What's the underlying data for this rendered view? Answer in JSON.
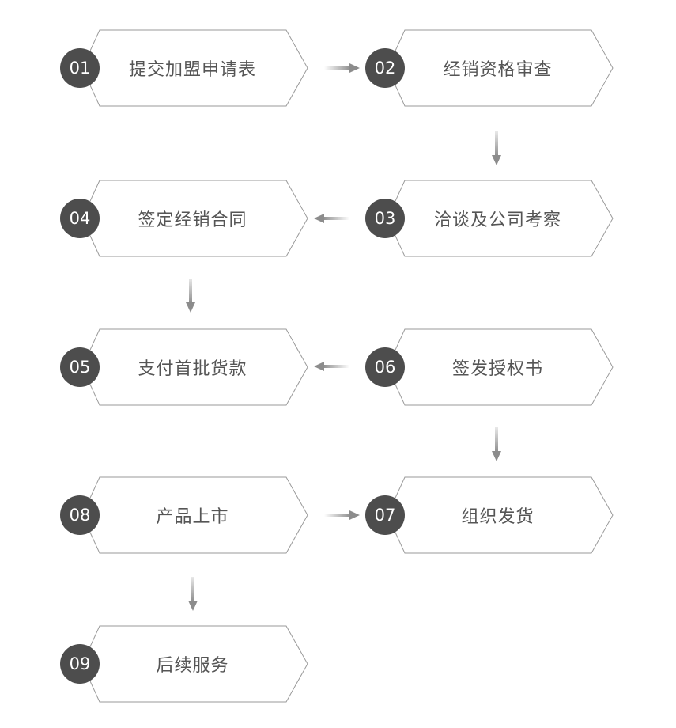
{
  "steps": [
    {
      "num": "01",
      "label": "提交加盟申请表"
    },
    {
      "num": "02",
      "label": "经销资格审查"
    },
    {
      "num": "03",
      "label": "洽谈及公司考察"
    },
    {
      "num": "04",
      "label": "签定经销合同"
    },
    {
      "num": "05",
      "label": "支付首批货款"
    },
    {
      "num": "06",
      "label": "签发授权书"
    },
    {
      "num": "07",
      "label": "组织发货"
    },
    {
      "num": "08",
      "label": "产品上市"
    },
    {
      "num": "09",
      "label": "后续服务"
    }
  ],
  "colors": {
    "badge": "#4d4d4d",
    "outline": "#9a9a9a",
    "arrow": "#8c8c8c",
    "text": "#555555"
  }
}
